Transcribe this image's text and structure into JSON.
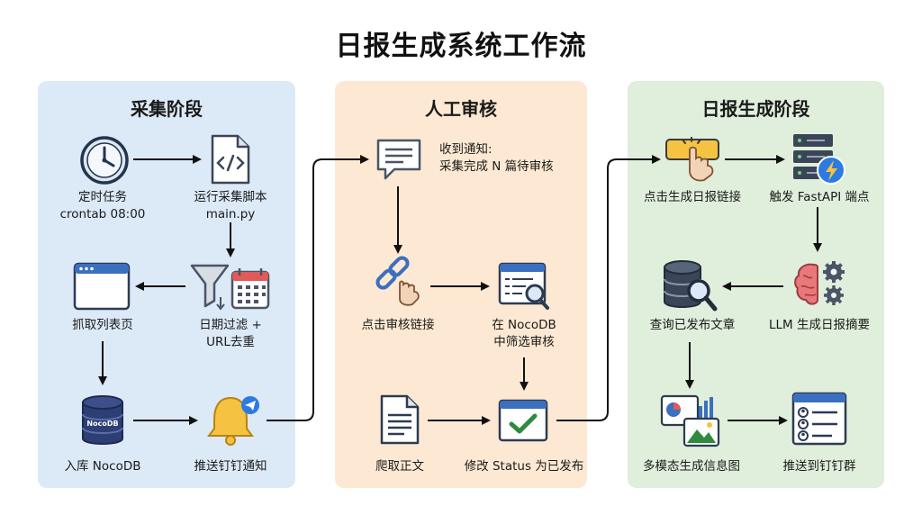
{
  "title": "日报生成系统工作流",
  "stages": [
    {
      "title": "采集阶段",
      "steps": {
        "timer": [
          "定时任务",
          "crontab 08:00"
        ],
        "script": [
          "运行采集脚本",
          "main.py"
        ],
        "list": [
          "抓取列表页"
        ],
        "filter": [
          "日期过滤 +",
          "URL去重"
        ],
        "db": [
          "入库 NocoDB"
        ],
        "notify": [
          "推送钉钉通知"
        ]
      },
      "db_icon_text": "NocoDB"
    },
    {
      "title": "人工审核",
      "steps": {
        "receive": [
          "收到通知:",
          "采集完成 N 篇待审核"
        ],
        "click": [
          "点击审核链接"
        ],
        "filter": [
          "在 NocoDB",
          "中筛选审核"
        ],
        "crawl": [
          "爬取正文"
        ],
        "status": [
          "修改 Status 为已发布"
        ]
      }
    },
    {
      "title": "日报生成阶段",
      "steps": {
        "click": [
          "点击生成日报链接"
        ],
        "trigger": [
          "触发 FastAPI 端点"
        ],
        "query": [
          "查询已发布文章"
        ],
        "llm": [
          "LLM 生成日报摘要"
        ],
        "multi": [
          "多模态生成信息图"
        ],
        "push": [
          "推送到钉钉群"
        ]
      }
    }
  ],
  "colors": {
    "stage1_bg": "#dce9f7",
    "stage2_bg": "#fde9d3",
    "stage3_bg": "#e0eedc",
    "icon_blue": "#3b6fbf",
    "icon_yellow": "#f5c242",
    "icon_green": "#2e8b3d",
    "icon_red": "#e8787a"
  }
}
